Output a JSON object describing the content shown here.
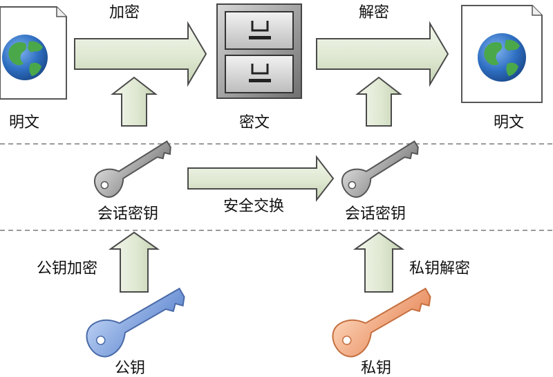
{
  "labels": {
    "encrypt": "加密",
    "decrypt": "解密",
    "plaintext_left": "明文",
    "ciphertext": "密文",
    "plaintext_right": "明文",
    "session_key_left": "会话密钥",
    "secure_exchange": "安全交换",
    "session_key_right": "会话密钥",
    "public_key_encrypt": "公钥加密",
    "private_key_decrypt": "私钥解密",
    "public_key": "公钥",
    "private_key": "私钥"
  },
  "colors": {
    "arrow_fill_light": "#eef3e6",
    "arrow_fill_dark": "#c9d6b8",
    "arrow_stroke": "#4a4a4a",
    "session_key": "#9a9a9a",
    "public_key": "#7d9fd9",
    "private_key": "#f0a373",
    "globe_ocean": "#2f6fc2",
    "globe_land": "#4aa84a",
    "cabinet": "#8a8a8a",
    "divider": "#9a9a9a"
  },
  "icons": {
    "document": "document-globe-icon",
    "cabinet": "file-cabinet-icon",
    "key": "key-icon"
  }
}
